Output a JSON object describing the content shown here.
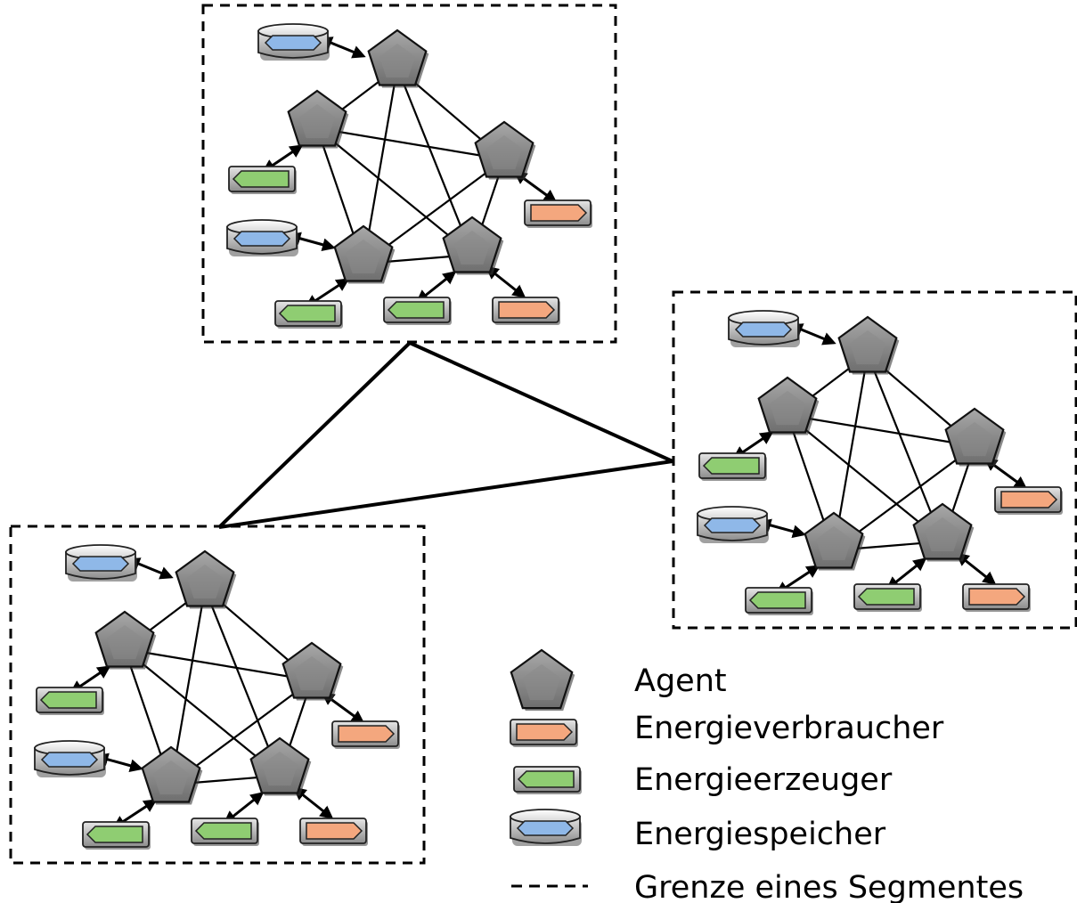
{
  "legend": {
    "agent": "Agent",
    "consumer": "Energieverbraucher",
    "producer": "Energieerzeuger",
    "storage": "Energiespeicher",
    "boundary": "Grenze eines Segmentes"
  },
  "colors": {
    "agent_fill": "#8a8a8a",
    "consumer_fill": "#f4a77e",
    "producer_fill": "#8fcd72",
    "storage_fill": "#8fb8e8",
    "device_body": "#b8b8b8",
    "lines": "#000000"
  },
  "segments": [
    {
      "id": "segment-top",
      "agents": 5,
      "devices": [
        "storage",
        "producer",
        "consumer",
        "storage",
        "producer",
        "producer",
        "consumer"
      ]
    },
    {
      "id": "segment-right",
      "agents": 5,
      "devices": [
        "storage",
        "producer",
        "consumer",
        "storage",
        "producer",
        "producer",
        "consumer"
      ]
    },
    {
      "id": "segment-bottom-left",
      "agents": 5,
      "devices": [
        "storage",
        "producer",
        "consumer",
        "storage",
        "producer",
        "producer",
        "consumer"
      ]
    }
  ],
  "icons": {
    "agent": "pentagon-icon",
    "consumer": "consumer-arrow-icon",
    "producer": "producer-arrow-icon",
    "storage": "storage-cylinder-icon",
    "boundary": "dashed-line-icon"
  }
}
